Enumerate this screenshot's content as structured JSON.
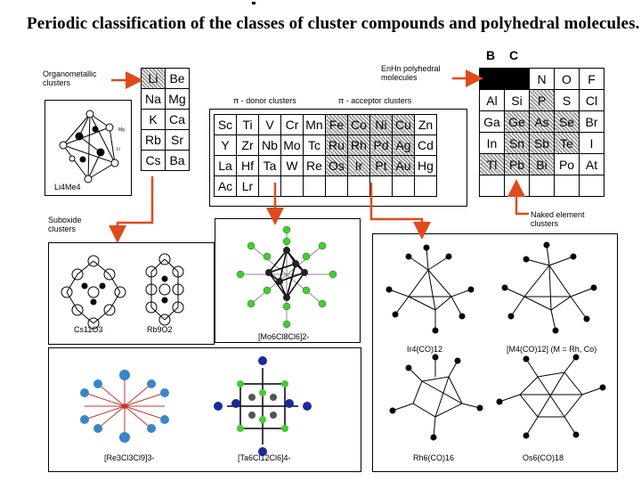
{
  "title": "Periodic classification of the classes of cluster compounds and polyhedral molecules.",
  "markers": {
    "b": "B",
    "c": "C"
  },
  "labels": {
    "organometallic": "Organometallic clusters",
    "enhn": "EnHn polyhedral molecules",
    "pi_donor": "π - donor clusters",
    "pi_acceptor": "π - acceptor clusters",
    "suboxide": "Suboxide clusters",
    "naked": "Naked element clusters"
  },
  "alkali_table": [
    [
      "Li",
      "Be"
    ],
    [
      "Na",
      "Mg"
    ],
    [
      "K",
      "Ca"
    ],
    [
      "Rb",
      "Sr"
    ],
    [
      "Cs",
      "Ba"
    ]
  ],
  "transition_table": [
    [
      "Sc",
      "Ti",
      "V",
      "Cr",
      "Mn",
      "Fe",
      "Co",
      "Ni",
      "Cu",
      "Zn"
    ],
    [
      "Y",
      "Zr",
      "Nb",
      "Mo",
      "Tc",
      "Ru",
      "Rh",
      "Pd",
      "Ag",
      "Cd"
    ],
    [
      "La",
      "Hf",
      "Ta",
      "W",
      "Re",
      "Os",
      "Ir",
      "Pt",
      "Au",
      "Hg"
    ],
    [
      "Ac",
      "Lr",
      "",
      "",
      "",
      "",
      "",
      "",
      "",
      ""
    ]
  ],
  "pblock_table": [
    [
      "",
      "",
      "N",
      "O",
      "F"
    ],
    [
      "Al",
      "Si",
      "P",
      "S",
      "Cl"
    ],
    [
      "Ga",
      "Ge",
      "As",
      "Se",
      "Br"
    ],
    [
      "In",
      "Sn",
      "Sb",
      "Te",
      "I"
    ],
    [
      "Tl",
      "Pb",
      "Bi",
      "Po",
      "At"
    ],
    [
      "",
      "",
      "",
      "",
      ""
    ]
  ],
  "captions": {
    "li4me4": "Li4Me4",
    "cs11o3": "Cs11O3",
    "rb9o2": "Rb9O2",
    "mo6cl8cl6": "[Mo6Cl8Cl6]2-",
    "re3cl3cl9": "[Re3Cl3Cl9]3-",
    "te6cl12cl6": "[Ta6Cl12Cl6]4-",
    "ir4co12": "Ir4(CO)12",
    "m4co12": "[M4(CO)12] (M = Rh, Co)",
    "rh6co16": "Rh6(CO)16",
    "os6co18": "Os6(CO)18"
  },
  "inset_labels": {
    "mj": "Mg",
    "li": "Li"
  },
  "colors": {
    "arrow": "#e04a1c",
    "green": "#44cc33",
    "blue": "#3a66cc",
    "navy": "#1a2a9a",
    "steel": "#3a86c8"
  }
}
